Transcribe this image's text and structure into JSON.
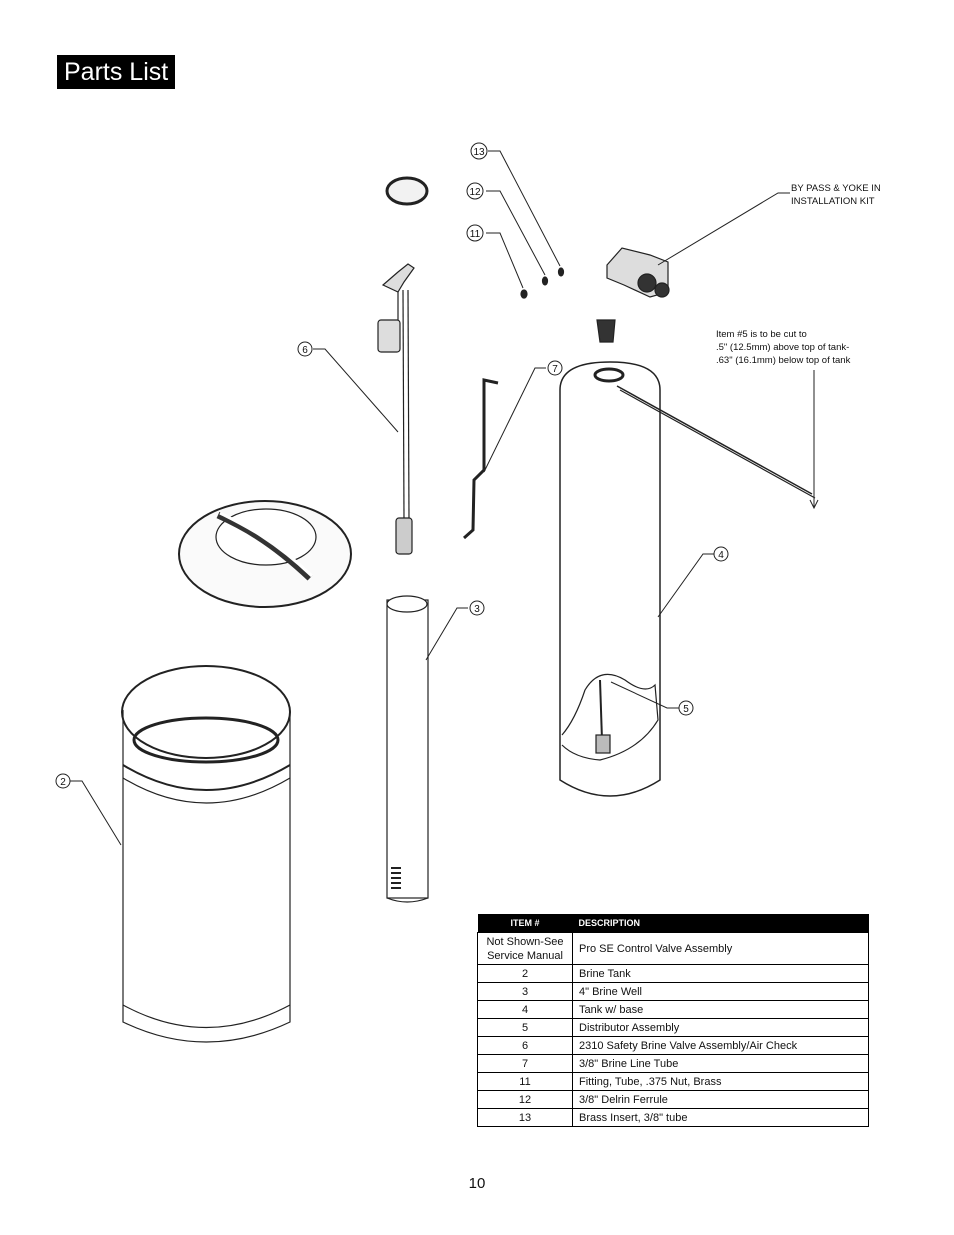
{
  "header": {
    "title": "Parts List"
  },
  "notes": {
    "bypass": [
      "BY PASS & YOKE IN",
      "INSTALLATION KIT"
    ],
    "cut": [
      "Item #5 is to be cut to",
      ".5\" (12.5mm) above top of tank-",
      ".63\" (16.1mm) below top of tank"
    ]
  },
  "callouts": {
    "c2": "2",
    "c3": "3",
    "c4": "4",
    "c5": "5",
    "c6": "6",
    "c7": "7",
    "c11": "11",
    "c12": "12",
    "c13": "13"
  },
  "table": {
    "headers": [
      "ITEM #",
      "DESCRIPTION"
    ],
    "rows": [
      {
        "item": "Not Shown-See Service Manual",
        "description": "Pro SE Control Valve Assembly"
      },
      {
        "item": "2",
        "description": "Brine Tank"
      },
      {
        "item": "3",
        "description": "4\" Brine Well"
      },
      {
        "item": "4",
        "description": "Tank  w/ base"
      },
      {
        "item": "5",
        "description": "Distributor Assembly"
      },
      {
        "item": "6",
        "description": "2310 Safety Brine Valve Assembly/Air Check"
      },
      {
        "item": "7",
        "description": "3/8\" Brine Line Tube"
      },
      {
        "item": "11",
        "description": "Fitting, Tube, .375 Nut, Brass"
      },
      {
        "item": "12",
        "description": "3/8\" Delrin Ferrule"
      },
      {
        "item": "13",
        "description": "Brass Insert, 3/8\" tube"
      }
    ]
  },
  "page_number": "10"
}
